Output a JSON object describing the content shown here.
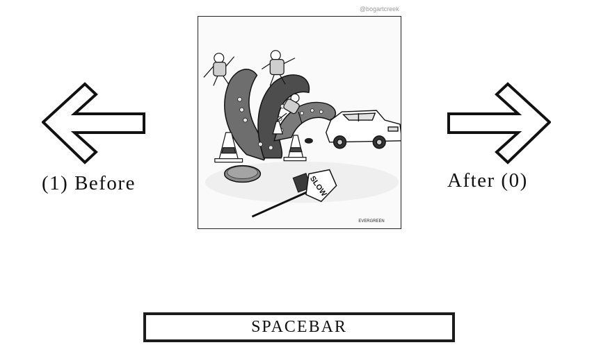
{
  "navigation": {
    "before_label": "(1) Before",
    "after_label": "After (0)"
  },
  "image": {
    "credit": "@bogartcreek",
    "signature": "EVERGREEN",
    "sign_text": "SLOW"
  },
  "controls": {
    "spacebar_label": "SPACEBAR"
  },
  "icons": {
    "left": "left-arrow-icon",
    "right": "right-arrow-icon"
  },
  "colors": {
    "background": "#ffffff",
    "outline": "#1c1c1c",
    "credit_text": "#9a9a9a"
  }
}
